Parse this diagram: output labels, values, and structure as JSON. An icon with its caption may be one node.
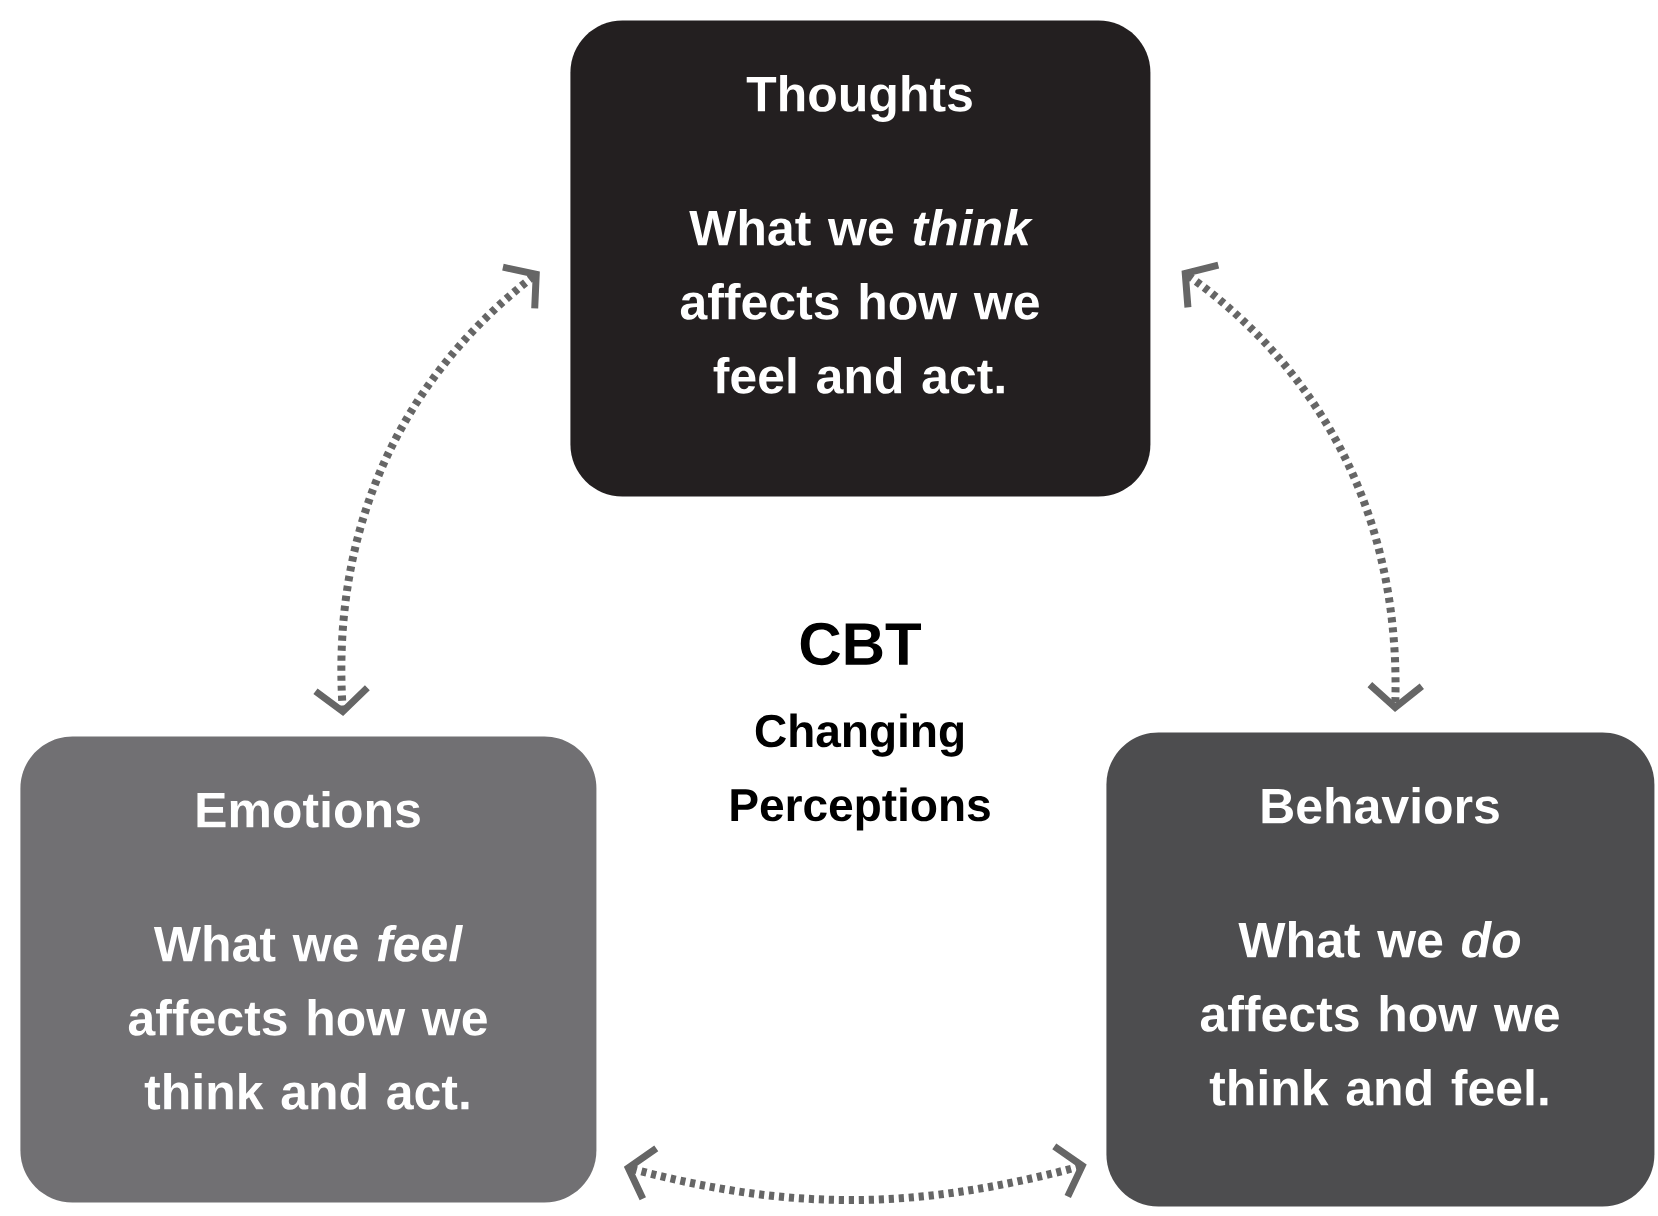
{
  "diagram": {
    "nodes": [
      {
        "text": [
          "Thoughts",
          "What we *think* affects how we feel and act."
        ]
      },
      {
        "text": [
          "Emotions",
          "What we *feel* affects how we think and act."
        ]
      },
      {
        "text": [
          "Behaviors",
          "What we *do* affects how we think and feel."
        ]
      }
    ],
    "edges": [
      {
        "from": 0,
        "to": 1,
        "arrow": "both"
      },
      {
        "from": 0,
        "to": 2,
        "arrow": "both"
      },
      {
        "from": 1,
        "to": 2,
        "arrow": "both"
      }
    ],
    "labels": [
      "CBT",
      "Changing Perceptions"
    ]
  }
}
